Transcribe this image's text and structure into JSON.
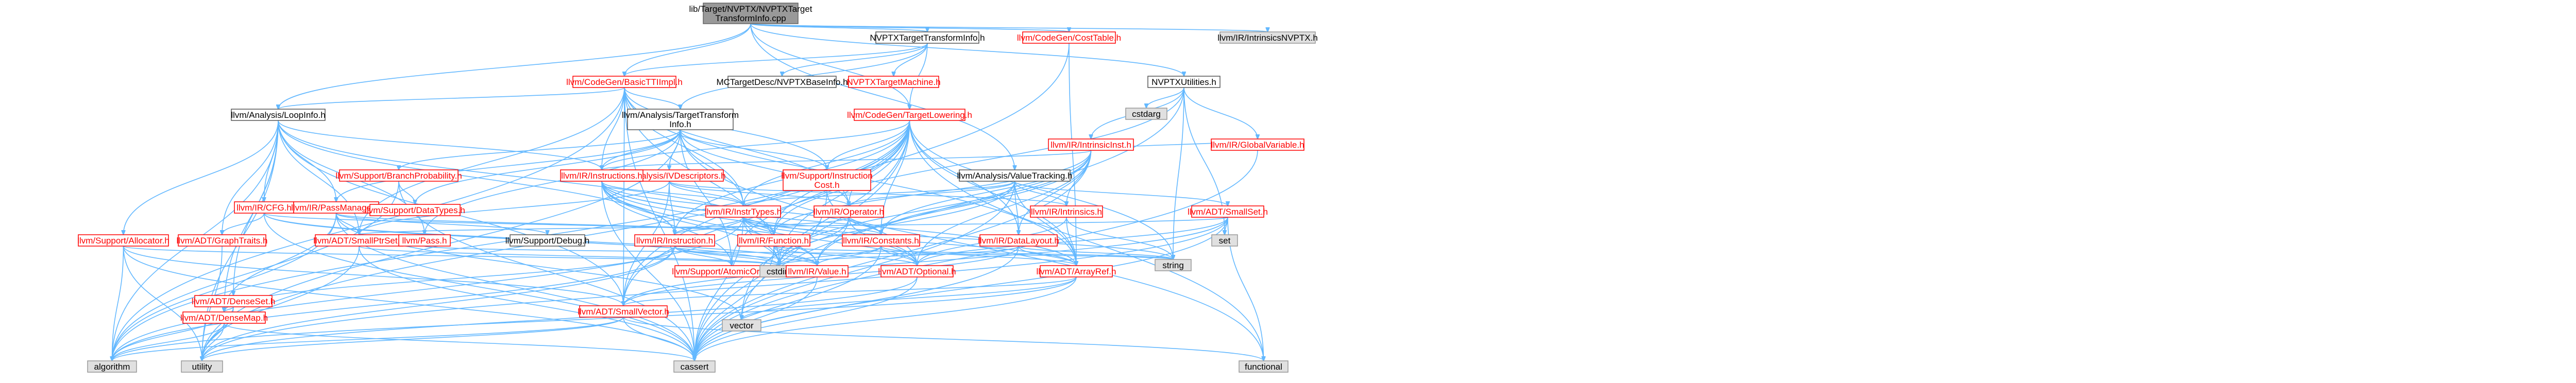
{
  "diagram": {
    "nodes": [
      {
        "id": "root",
        "lines": [
          "lib/Target/NVPTX/NVPTXTarget",
          "TransformInfo.cpp"
        ],
        "kind": "root"
      },
      {
        "id": "nvptxtti",
        "lines": [
          "NVPTXTargetTransformInfo.h"
        ],
        "kind": "plain"
      },
      {
        "id": "costtable",
        "lines": [
          "llvm/CodeGen/CostTable.h"
        ],
        "kind": "red"
      },
      {
        "id": "intrnvptx",
        "lines": [
          "llvm/IR/IntrinsicsNVPTX.h"
        ],
        "kind": "sys"
      },
      {
        "id": "nvptxutil",
        "lines": [
          "NVPTXUtilities.h"
        ],
        "kind": "plain"
      },
      {
        "id": "basictti",
        "lines": [
          "llvm/CodeGen/BasicTTIImpl.h"
        ],
        "kind": "red"
      },
      {
        "id": "mcdesc",
        "lines": [
          "MCTargetDesc/NVPTXBaseInfo.h"
        ],
        "kind": "plain"
      },
      {
        "id": "nvptxtm",
        "lines": [
          "NVPTXTargetMachine.h"
        ],
        "kind": "red"
      },
      {
        "id": "tlower",
        "lines": [
          "llvm/CodeGen/TargetLowering.h"
        ],
        "kind": "red"
      },
      {
        "id": "loopinfo",
        "lines": [
          "llvm/Analysis/LoopInfo.h"
        ],
        "kind": "plain"
      },
      {
        "id": "tti",
        "lines": [
          "llvm/Analysis/TargetTransform",
          "Info.h"
        ],
        "kind": "plain"
      },
      {
        "id": "intrinsicinst",
        "lines": [
          "llvm/IR/IntrinsicInst.h"
        ],
        "kind": "red"
      },
      {
        "id": "cstdarg",
        "lines": [
          "cstdarg"
        ],
        "kind": "sys"
      },
      {
        "id": "globalvar",
        "lines": [
          "llvm/IR/GlobalVariable.h"
        ],
        "kind": "red"
      },
      {
        "id": "branchprob",
        "lines": [
          "llvm/Support/BranchProbability.h"
        ],
        "kind": "red"
      },
      {
        "id": "ivdesc",
        "lines": [
          "llvm/Analysis/IVDescriptors.h"
        ],
        "kind": "red"
      },
      {
        "id": "instructions",
        "lines": [
          "llvm/IR/Instructions.h"
        ],
        "kind": "red"
      },
      {
        "id": "instcost",
        "lines": [
          "llvm/Support/Instruction",
          "Cost.h"
        ],
        "kind": "red"
      },
      {
        "id": "valuetrack",
        "lines": [
          "llvm/Analysis/ValueTracking.h"
        ],
        "kind": "plain"
      },
      {
        "id": "cfg",
        "lines": [
          "llvm/IR/CFG.h"
        ],
        "kind": "red"
      },
      {
        "id": "passmgr",
        "lines": [
          "llvm/IR/PassManager.h"
        ],
        "kind": "red"
      },
      {
        "id": "datatypes",
        "lines": [
          "llvm/Support/DataTypes.h"
        ],
        "kind": "red"
      },
      {
        "id": "insttypes",
        "lines": [
          "llvm/IR/InstrTypes.h"
        ],
        "kind": "red"
      },
      {
        "id": "operator",
        "lines": [
          "llvm/IR/Operator.h"
        ],
        "kind": "red"
      },
      {
        "id": "intrinsics",
        "lines": [
          "llvm/IR/Intrinsics.h"
        ],
        "kind": "red"
      },
      {
        "id": "smallset",
        "lines": [
          "llvm/ADT/SmallSet.h"
        ],
        "kind": "red"
      },
      {
        "id": "allocator",
        "lines": [
          "llvm/Support/Allocator.h"
        ],
        "kind": "red"
      },
      {
        "id": "graphtraits",
        "lines": [
          "llvm/ADT/GraphTraits.h"
        ],
        "kind": "red"
      },
      {
        "id": "smallptrset",
        "lines": [
          "llvm/ADT/SmallPtrSet.h"
        ],
        "kind": "red"
      },
      {
        "id": "pass",
        "lines": [
          "llvm/Pass.h"
        ],
        "kind": "red"
      },
      {
        "id": "debug",
        "lines": [
          "llvm/Support/Debug.h"
        ],
        "kind": "plain"
      },
      {
        "id": "instruction",
        "lines": [
          "llvm/IR/Instruction.h"
        ],
        "kind": "red"
      },
      {
        "id": "function",
        "lines": [
          "llvm/IR/Function.h"
        ],
        "kind": "red"
      },
      {
        "id": "constants",
        "lines": [
          "llvm/IR/Constants.h"
        ],
        "kind": "red"
      },
      {
        "id": "datalayout",
        "lines": [
          "llvm/IR/DataLayout.h"
        ],
        "kind": "red"
      },
      {
        "id": "set",
        "lines": [
          "set"
        ],
        "kind": "sys"
      },
      {
        "id": "atomic",
        "lines": [
          "llvm/Support/AtomicOrdering.h"
        ],
        "kind": "red"
      },
      {
        "id": "cstdint",
        "lines": [
          "cstdint"
        ],
        "kind": "sys"
      },
      {
        "id": "value",
        "lines": [
          "llvm/IR/Value.h"
        ],
        "kind": "red"
      },
      {
        "id": "optional",
        "lines": [
          "llvm/ADT/Optional.h"
        ],
        "kind": "red"
      },
      {
        "id": "arrayref",
        "lines": [
          "llvm/ADT/ArrayRef.h"
        ],
        "kind": "red"
      },
      {
        "id": "string",
        "lines": [
          "string"
        ],
        "kind": "sys"
      },
      {
        "id": "denseset",
        "lines": [
          "llvm/ADT/DenseSet.h"
        ],
        "kind": "red"
      },
      {
        "id": "densemap",
        "lines": [
          "llvm/ADT/DenseMap.h"
        ],
        "kind": "red"
      },
      {
        "id": "smallvector",
        "lines": [
          "llvm/ADT/SmallVector.h"
        ],
        "kind": "red"
      },
      {
        "id": "vector",
        "lines": [
          "vector"
        ],
        "kind": "sys"
      },
      {
        "id": "algorithm",
        "lines": [
          "algorithm"
        ],
        "kind": "sys"
      },
      {
        "id": "utility",
        "lines": [
          "utility"
        ],
        "kind": "sys"
      },
      {
        "id": "cassert",
        "lines": [
          "cassert"
        ],
        "kind": "sys"
      },
      {
        "id": "functional",
        "lines": [
          "functional"
        ],
        "kind": "sys"
      }
    ],
    "edges": [
      [
        "root",
        "nvptxtti"
      ],
      [
        "root",
        "costtable"
      ],
      [
        "root",
        "intrnvptx"
      ],
      [
        "root",
        "nvptxutil"
      ],
      [
        "root",
        "loopinfo"
      ],
      [
        "root",
        "tlower"
      ],
      [
        "root",
        "valuetrack"
      ],
      [
        "root",
        "basictti"
      ],
      [
        "nvptxtti",
        "basictti"
      ],
      [
        "nvptxtti",
        "mcdesc"
      ],
      [
        "nvptxtti",
        "nvptxtm"
      ],
      [
        "nvptxtti",
        "tlower"
      ],
      [
        "nvptxtti",
        "tti"
      ],
      [
        "costtable",
        "arrayref"
      ],
      [
        "costtable",
        "smallvector"
      ],
      [
        "nvptxutil",
        "intrinsicinst"
      ],
      [
        "nvptxutil",
        "cstdarg"
      ],
      [
        "nvptxutil",
        "globalvar"
      ],
      [
        "nvptxutil",
        "function"
      ],
      [
        "nvptxutil",
        "set"
      ],
      [
        "nvptxutil",
        "string"
      ],
      [
        "nvptxutil",
        "vector"
      ],
      [
        "basictti",
        "loopinfo"
      ],
      [
        "basictti",
        "tti"
      ],
      [
        "basictti",
        "instructions"
      ],
      [
        "basictti",
        "operator"
      ],
      [
        "basictti",
        "arrayref"
      ],
      [
        "basictti",
        "smallptrset"
      ],
      [
        "basictti",
        "smallvector"
      ],
      [
        "basictti",
        "cassert"
      ],
      [
        "basictti",
        "cstdint"
      ],
      [
        "basictti",
        "algorithm"
      ],
      [
        "basictti",
        "insttypes"
      ],
      [
        "basictti",
        "instcost"
      ],
      [
        "tlower",
        "instcost"
      ],
      [
        "tlower",
        "insttypes"
      ],
      [
        "tlower",
        "instruction"
      ],
      [
        "tlower",
        "instructions"
      ],
      [
        "tlower",
        "datalayout"
      ],
      [
        "tlower",
        "function"
      ],
      [
        "tlower",
        "arrayref"
      ],
      [
        "tlower",
        "smallvector"
      ],
      [
        "tlower",
        "atomic"
      ],
      [
        "tlower",
        "cstdint"
      ],
      [
        "tlower",
        "string"
      ],
      [
        "tlower",
        "vector"
      ],
      [
        "tlower",
        "cassert"
      ],
      [
        "tlower",
        "functional"
      ],
      [
        "tlower",
        "utility"
      ],
      [
        "tlower",
        "algorithm"
      ],
      [
        "tlower",
        "constants"
      ],
      [
        "tlower",
        "operator"
      ],
      [
        "loopinfo",
        "instructions"
      ],
      [
        "loopinfo",
        "cfg"
      ],
      [
        "loopinfo",
        "passmgr"
      ],
      [
        "loopinfo",
        "allocator"
      ],
      [
        "loopinfo",
        "graphtraits"
      ],
      [
        "loopinfo",
        "smallptrset"
      ],
      [
        "loopinfo",
        "pass"
      ],
      [
        "loopinfo",
        "densemap"
      ],
      [
        "loopinfo",
        "denseset"
      ],
      [
        "loopinfo",
        "smallvector"
      ],
      [
        "loopinfo",
        "algorithm"
      ],
      [
        "loopinfo",
        "utility"
      ],
      [
        "loopinfo",
        "instruction"
      ],
      [
        "loopinfo",
        "function"
      ],
      [
        "tti",
        "instcost"
      ],
      [
        "tti",
        "branchprob"
      ],
      [
        "tti",
        "ivdesc"
      ],
      [
        "tti",
        "pass"
      ],
      [
        "tti",
        "datatypes"
      ],
      [
        "tti",
        "insttypes"
      ],
      [
        "tti",
        "operator"
      ],
      [
        "tti",
        "passmgr"
      ],
      [
        "tti",
        "atomic"
      ],
      [
        "tti",
        "functional"
      ],
      [
        "tti",
        "utility"
      ],
      [
        "tti",
        "instructions"
      ],
      [
        "intrinsicinst",
        "constants"
      ],
      [
        "intrinsicinst",
        "datalayout"
      ],
      [
        "intrinsicinst",
        "function"
      ],
      [
        "intrinsicinst",
        "globalvar"
      ],
      [
        "intrinsicinst",
        "instructions"
      ],
      [
        "intrinsicinst",
        "intrinsics"
      ],
      [
        "intrinsicinst",
        "value"
      ],
      [
        "intrinsicinst",
        "cassert"
      ],
      [
        "intrinsicinst",
        "cstdint"
      ],
      [
        "intrinsicinst",
        "optional"
      ],
      [
        "globalvar",
        "cassert"
      ],
      [
        "branchprob",
        "datatypes"
      ],
      [
        "branchprob",
        "algorithm"
      ],
      [
        "branchprob",
        "cassert"
      ],
      [
        "ivdesc",
        "smallptrset"
      ],
      [
        "ivdesc",
        "smallvector"
      ],
      [
        "ivdesc",
        "insttypes"
      ],
      [
        "ivdesc",
        "instruction"
      ],
      [
        "ivdesc",
        "operator"
      ],
      [
        "ivdesc",
        "intrinsics"
      ],
      [
        "instructions",
        "insttypes"
      ],
      [
        "instructions",
        "instruction"
      ],
      [
        "instructions",
        "function"
      ],
      [
        "instructions",
        "constants"
      ],
      [
        "instructions",
        "optional"
      ],
      [
        "instructions",
        "arrayref"
      ],
      [
        "instructions",
        "atomic"
      ],
      [
        "instructions",
        "value"
      ],
      [
        "instructions",
        "cassert"
      ],
      [
        "instructions",
        "cstdint"
      ],
      [
        "instcost",
        "cassert"
      ],
      [
        "instcost",
        "optional"
      ],
      [
        "valuetrack",
        "smallset"
      ],
      [
        "valuetrack",
        "arrayref"
      ],
      [
        "valuetrack",
        "constants"
      ],
      [
        "valuetrack",
        "datalayout"
      ],
      [
        "valuetrack",
        "insttypes"
      ],
      [
        "valuetrack",
        "intrinsics"
      ],
      [
        "valuetrack",
        "operator"
      ],
      [
        "valuetrack",
        "cassert"
      ],
      [
        "valuetrack",
        "cstdint"
      ],
      [
        "cfg",
        "function"
      ],
      [
        "cfg",
        "value"
      ],
      [
        "cfg",
        "graphtraits"
      ],
      [
        "cfg",
        "cassert"
      ],
      [
        "cfg",
        "cstdint"
      ],
      [
        "passmgr",
        "function"
      ],
      [
        "passmgr",
        "smallptrset"
      ],
      [
        "passmgr",
        "densemap"
      ],
      [
        "passmgr",
        "algorithm"
      ],
      [
        "passmgr",
        "cassert"
      ],
      [
        "passmgr",
        "vector"
      ],
      [
        "passmgr",
        "debug"
      ],
      [
        "insttypes",
        "optional"
      ],
      [
        "insttypes",
        "arrayref"
      ],
      [
        "insttypes",
        "instruction"
      ],
      [
        "insttypes",
        "value"
      ],
      [
        "insttypes",
        "constants"
      ],
      [
        "insttypes",
        "string"
      ],
      [
        "insttypes",
        "cstdint"
      ],
      [
        "insttypes",
        "cassert"
      ],
      [
        "insttypes",
        "algorithm"
      ],
      [
        "insttypes",
        "function"
      ],
      [
        "operator",
        "constants"
      ],
      [
        "operator",
        "instruction"
      ],
      [
        "operator",
        "value"
      ],
      [
        "operator",
        "optional"
      ],
      [
        "operator",
        "cstdint"
      ],
      [
        "intrinsics",
        "arrayref"
      ],
      [
        "intrinsics",
        "optional"
      ],
      [
        "intrinsics",
        "string"
      ],
      [
        "smallset",
        "smallptrset"
      ],
      [
        "smallset",
        "smallvector"
      ],
      [
        "smallset",
        "optional"
      ],
      [
        "smallset",
        "cassert"
      ],
      [
        "smallset",
        "set"
      ],
      [
        "smallset",
        "utility"
      ],
      [
        "smallset",
        "functional"
      ],
      [
        "allocator",
        "smallvector"
      ],
      [
        "allocator",
        "algorithm"
      ],
      [
        "allocator",
        "cassert"
      ],
      [
        "allocator",
        "cstdint"
      ],
      [
        "allocator",
        "utility"
      ],
      [
        "graphtraits",
        "utility"
      ],
      [
        "smallptrset",
        "cassert"
      ],
      [
        "smallptrset",
        "cstdint"
      ],
      [
        "smallptrset",
        "utility"
      ],
      [
        "pass",
        "string"
      ],
      [
        "instruction",
        "atomic"
      ],
      [
        "instruction",
        "value"
      ],
      [
        "instruction",
        "cstdint"
      ],
      [
        "instruction",
        "utility"
      ],
      [
        "instruction",
        "densemap"
      ],
      [
        "instruction",
        "algorithm"
      ],
      [
        "function",
        "value"
      ],
      [
        "function",
        "optional"
      ],
      [
        "function",
        "cassert"
      ],
      [
        "function",
        "cstdint"
      ],
      [
        "function",
        "string"
      ],
      [
        "constants",
        "arrayref"
      ],
      [
        "constants",
        "value"
      ],
      [
        "constants",
        "optional"
      ],
      [
        "constants",
        "cassert"
      ],
      [
        "constants",
        "cstdint"
      ],
      [
        "datalayout",
        "arrayref"
      ],
      [
        "datalayout",
        "smallvector"
      ],
      [
        "datalayout",
        "cassert"
      ],
      [
        "datalayout",
        "cstdint"
      ],
      [
        "datalayout",
        "string"
      ],
      [
        "value",
        "cassert"
      ],
      [
        "optional",
        "cassert"
      ],
      [
        "optional",
        "utility"
      ],
      [
        "arrayref",
        "smallvector"
      ],
      [
        "arrayref",
        "vector"
      ],
      [
        "arrayref",
        "cassert"
      ],
      [
        "arrayref",
        "algorithm"
      ],
      [
        "denseset",
        "densemap"
      ],
      [
        "denseset",
        "algorithm"
      ],
      [
        "denseset",
        "utility"
      ],
      [
        "densemap",
        "algorithm"
      ],
      [
        "densemap",
        "cassert"
      ],
      [
        "densemap",
        "utility"
      ],
      [
        "smallvector",
        "algorithm"
      ],
      [
        "smallvector",
        "cassert"
      ],
      [
        "smallvector",
        "utility"
      ],
      [
        "smallvector",
        "functional"
      ]
    ]
  }
}
